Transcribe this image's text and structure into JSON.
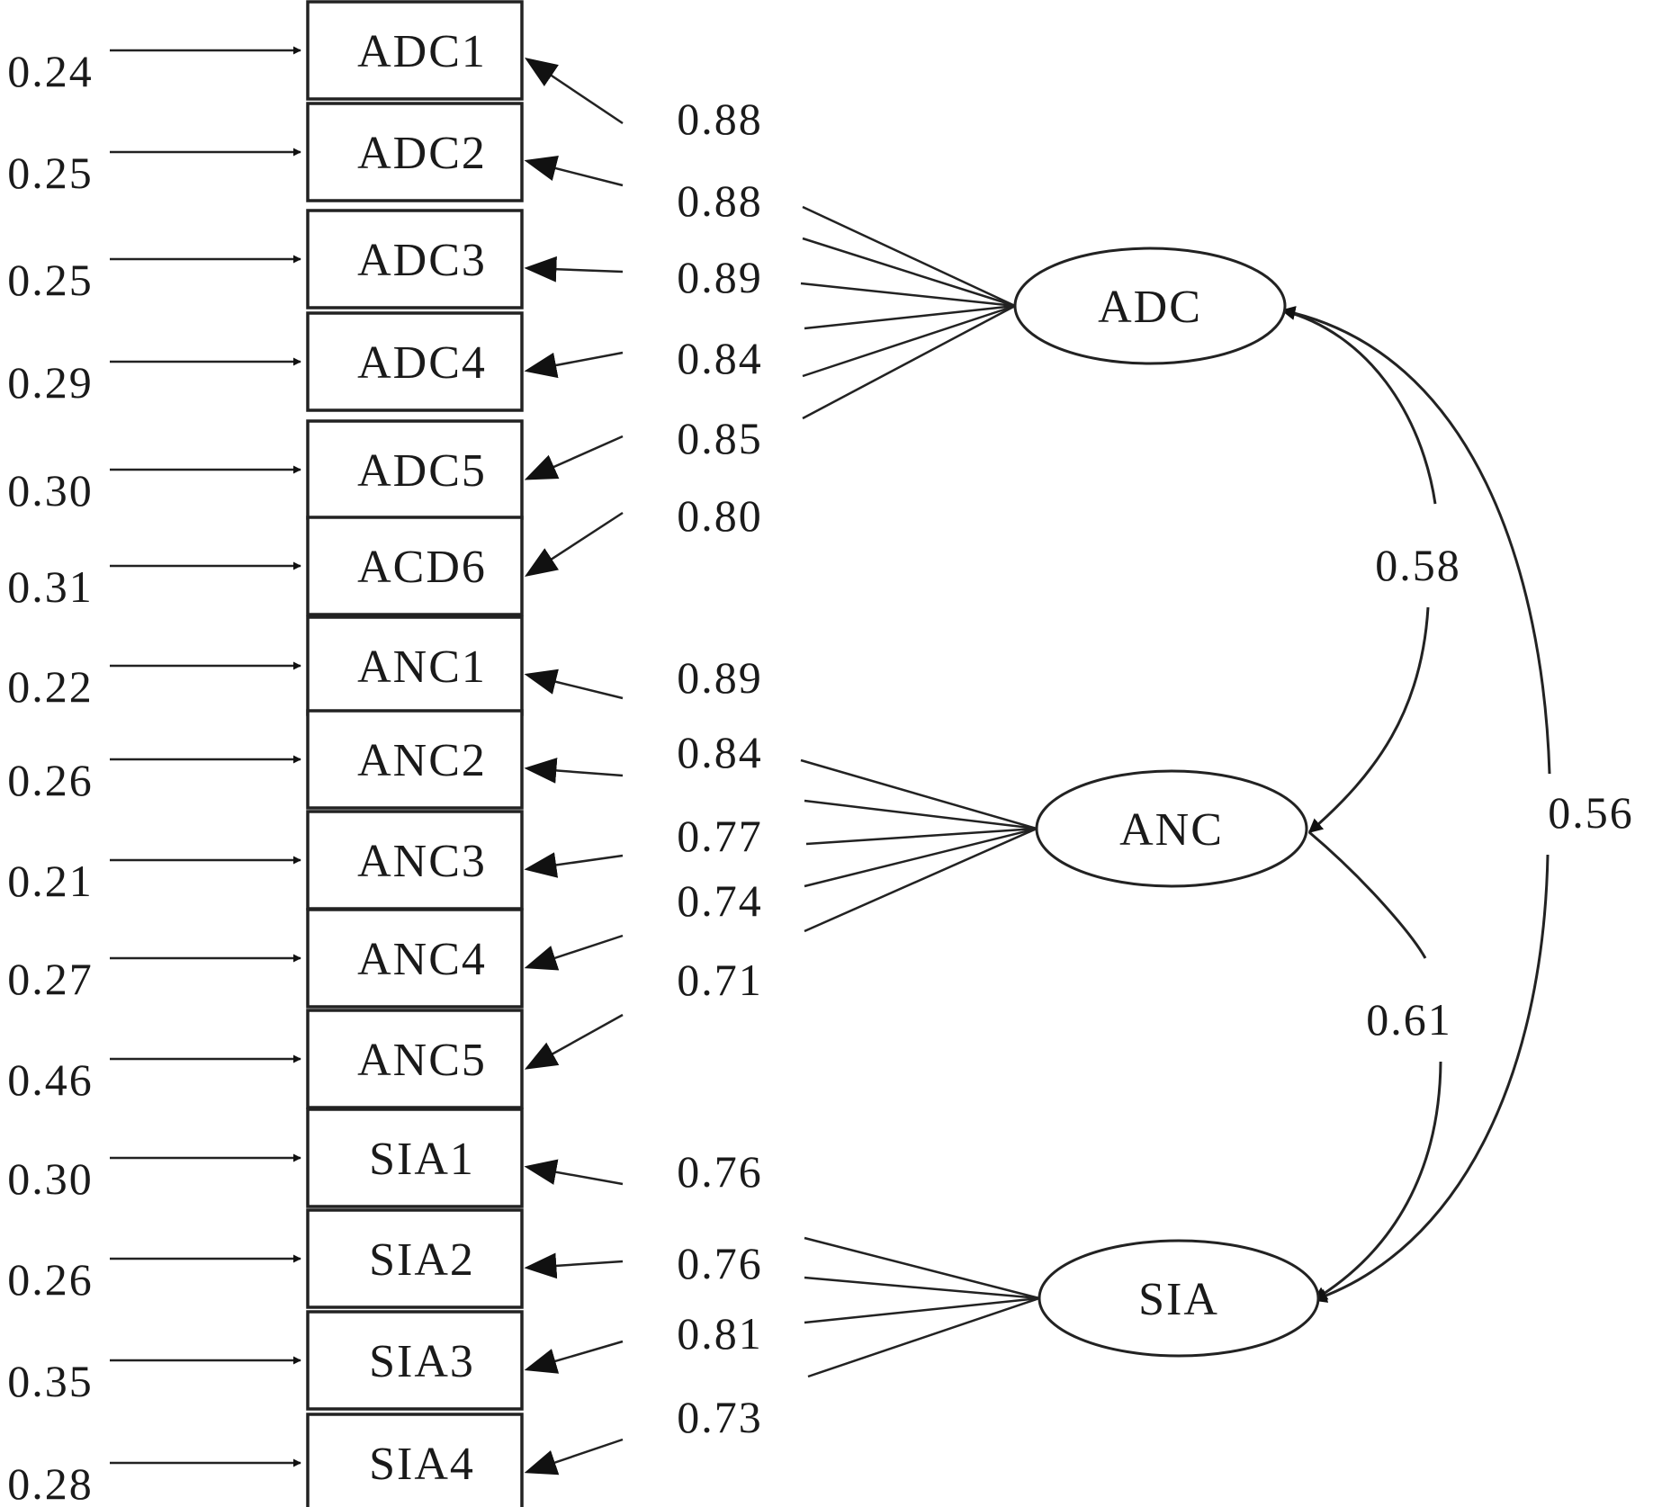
{
  "indicators": [
    {
      "label": "ADC1",
      "error": "0.24",
      "loading": "0.88",
      "factor": "ADC"
    },
    {
      "label": "ADC2",
      "error": "0.25",
      "loading": "0.88",
      "factor": "ADC"
    },
    {
      "label": "ADC3",
      "error": "0.25",
      "loading": "0.89",
      "factor": "ADC"
    },
    {
      "label": "ADC4",
      "error": "0.29",
      "loading": "0.84",
      "factor": "ADC"
    },
    {
      "label": "ADC5",
      "error": "0.30",
      "loading": "0.85",
      "factor": "ADC"
    },
    {
      "label": "ACD6",
      "error": "0.31",
      "loading": "0.80",
      "factor": "ADC"
    },
    {
      "label": "ANC1",
      "error": "0.22",
      "loading": "0.89",
      "factor": "ANC"
    },
    {
      "label": "ANC2",
      "error": "0.26",
      "loading": "0.84",
      "factor": "ANC"
    },
    {
      "label": "ANC3",
      "error": "0.21",
      "loading": "0.77",
      "factor": "ANC"
    },
    {
      "label": "ANC4",
      "error": "0.27",
      "loading": "0.74",
      "factor": "ANC"
    },
    {
      "label": "ANC5",
      "error": "0.46",
      "loading": "0.71",
      "factor": "ANC"
    },
    {
      "label": "SIA1",
      "error": "0.30",
      "loading": "0.76",
      "factor": "SIA"
    },
    {
      "label": "SIA2",
      "error": "0.26",
      "loading": "0.76",
      "factor": "SIA"
    },
    {
      "label": "SIA3",
      "error": "0.35",
      "loading": "0.81",
      "factor": "SIA"
    },
    {
      "label": "SIA4",
      "error": "0.28",
      "loading": "0.73",
      "factor": "SIA"
    }
  ],
  "latents": [
    {
      "label": "ADC"
    },
    {
      "label": "ANC"
    },
    {
      "label": "SIA"
    }
  ],
  "correlations": [
    {
      "from": "ADC",
      "to": "ANC",
      "value": "0.58"
    },
    {
      "from": "ANC",
      "to": "SIA",
      "value": "0.61"
    },
    {
      "from": "ADC",
      "to": "SIA",
      "value": "0.56"
    }
  ]
}
